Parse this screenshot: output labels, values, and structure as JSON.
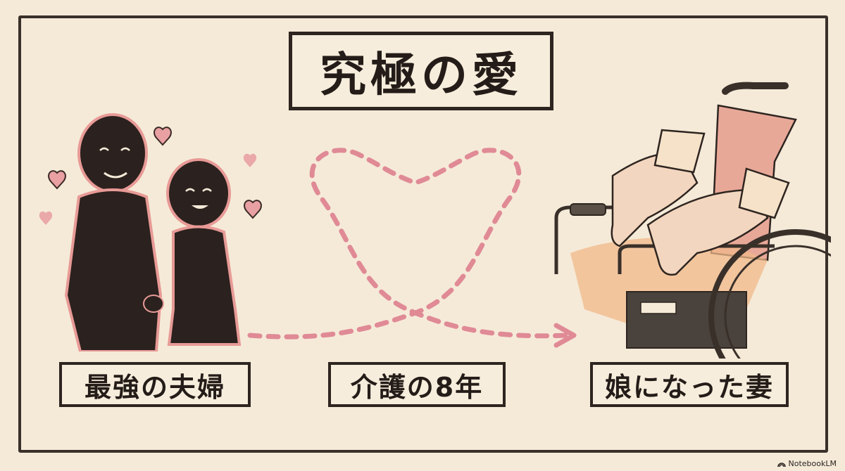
{
  "title": "究極の愛",
  "labels": [
    {
      "text": "最強の夫婦"
    },
    {
      "text": "介護の8年"
    },
    {
      "text": "娘になった妻"
    }
  ],
  "illustrations": {
    "left": "couple-holding-hands-with-hearts",
    "center": "dashed-heart-loop-arrow",
    "right": "elderly-hands-on-wheelchair"
  },
  "colors": {
    "background": "#f5ead8",
    "ink": "#2e2520",
    "pink": "#e08a96",
    "skin": "#f3d6bf",
    "orange": "#f0a878"
  },
  "watermark": {
    "text": "NotebookLM"
  }
}
